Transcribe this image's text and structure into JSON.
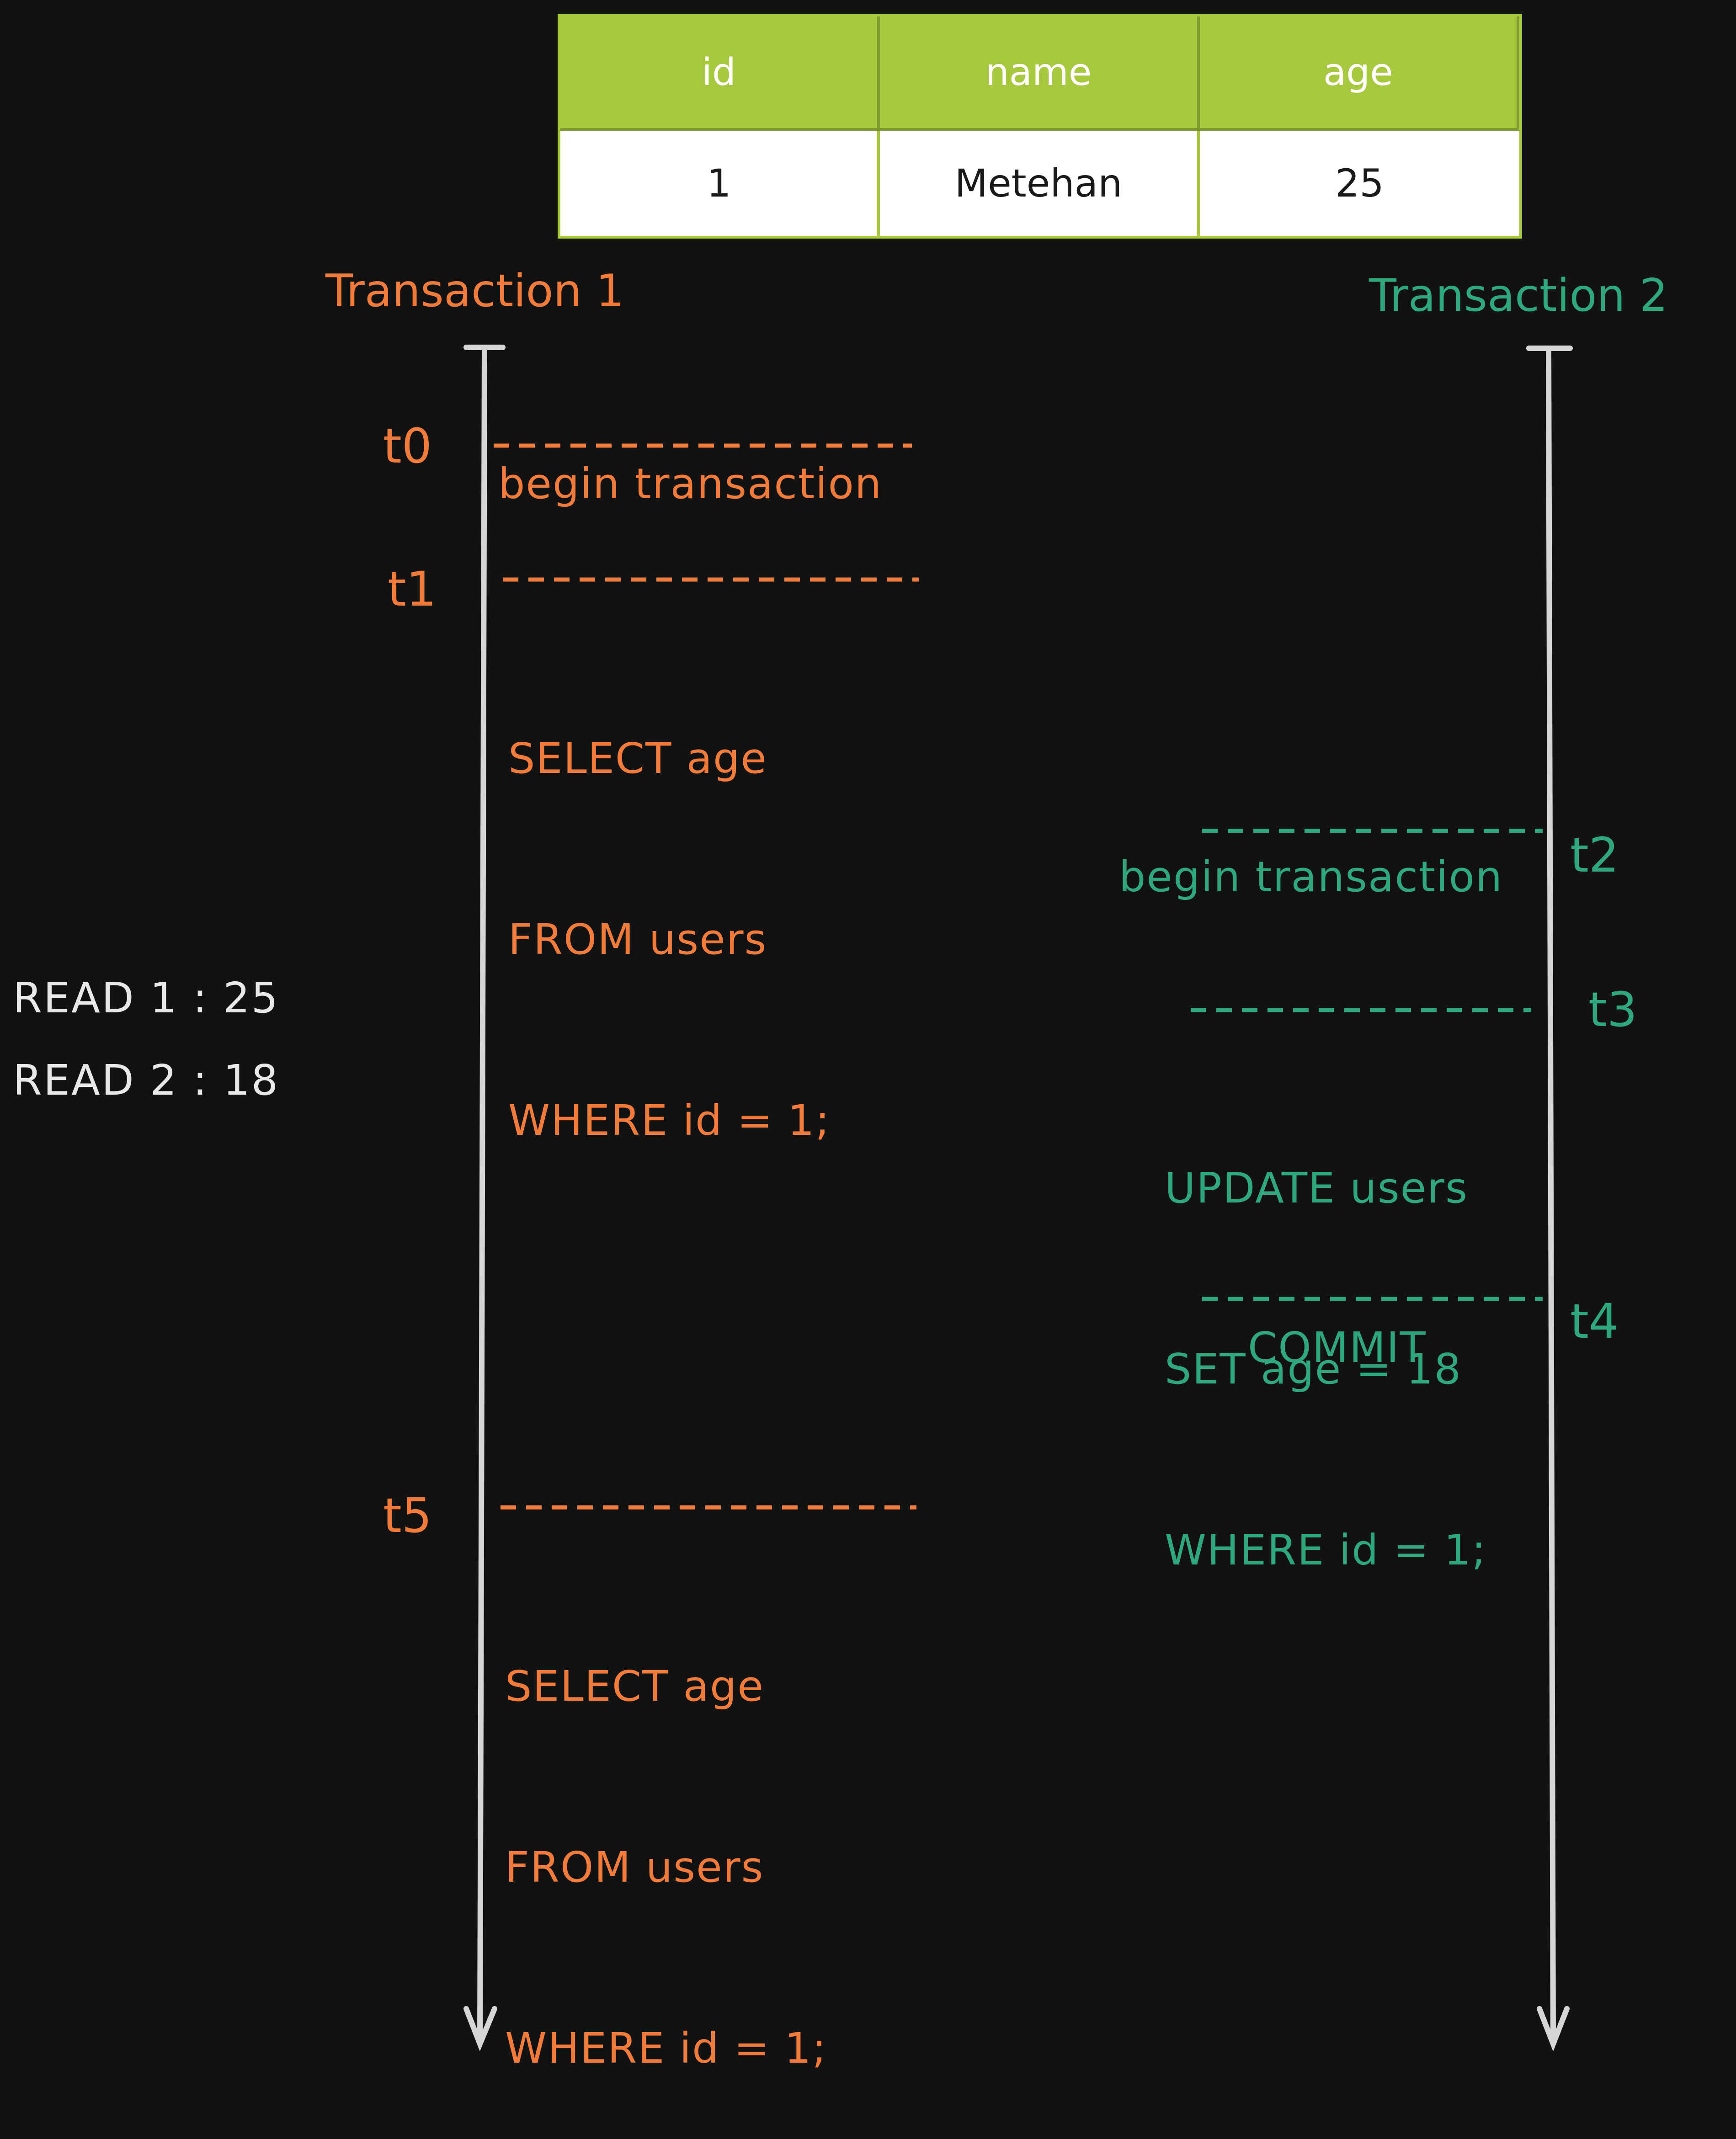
{
  "table": {
    "headers": [
      "id",
      "name",
      "age"
    ],
    "row": [
      "1",
      "Metehan",
      "25"
    ],
    "header_color": "#a8c840"
  },
  "transaction1": {
    "title": "Transaction 1",
    "color": "#f07b3a",
    "steps": [
      {
        "tick": "t0",
        "lines": [
          "begin transaction"
        ]
      },
      {
        "tick": "t1",
        "lines": [
          "SELECT age",
          "FROM users",
          "WHERE id = 1;"
        ]
      },
      {
        "tick": "t5",
        "lines": [
          "SELECT age",
          "FROM users",
          "WHERE id = 1;"
        ]
      }
    ]
  },
  "transaction2": {
    "title": "Transaction 2",
    "color": "#2fa87e",
    "steps": [
      {
        "tick": "t2",
        "lines": [
          "begin transaction"
        ]
      },
      {
        "tick": "t3",
        "lines": [
          "UPDATE users",
          "SET age = 18",
          "WHERE id = 1;"
        ]
      },
      {
        "tick": "t4",
        "lines": [
          "COMMIT"
        ]
      }
    ]
  },
  "reads": [
    "READ 1 : 25",
    "READ 2 : 18"
  ]
}
